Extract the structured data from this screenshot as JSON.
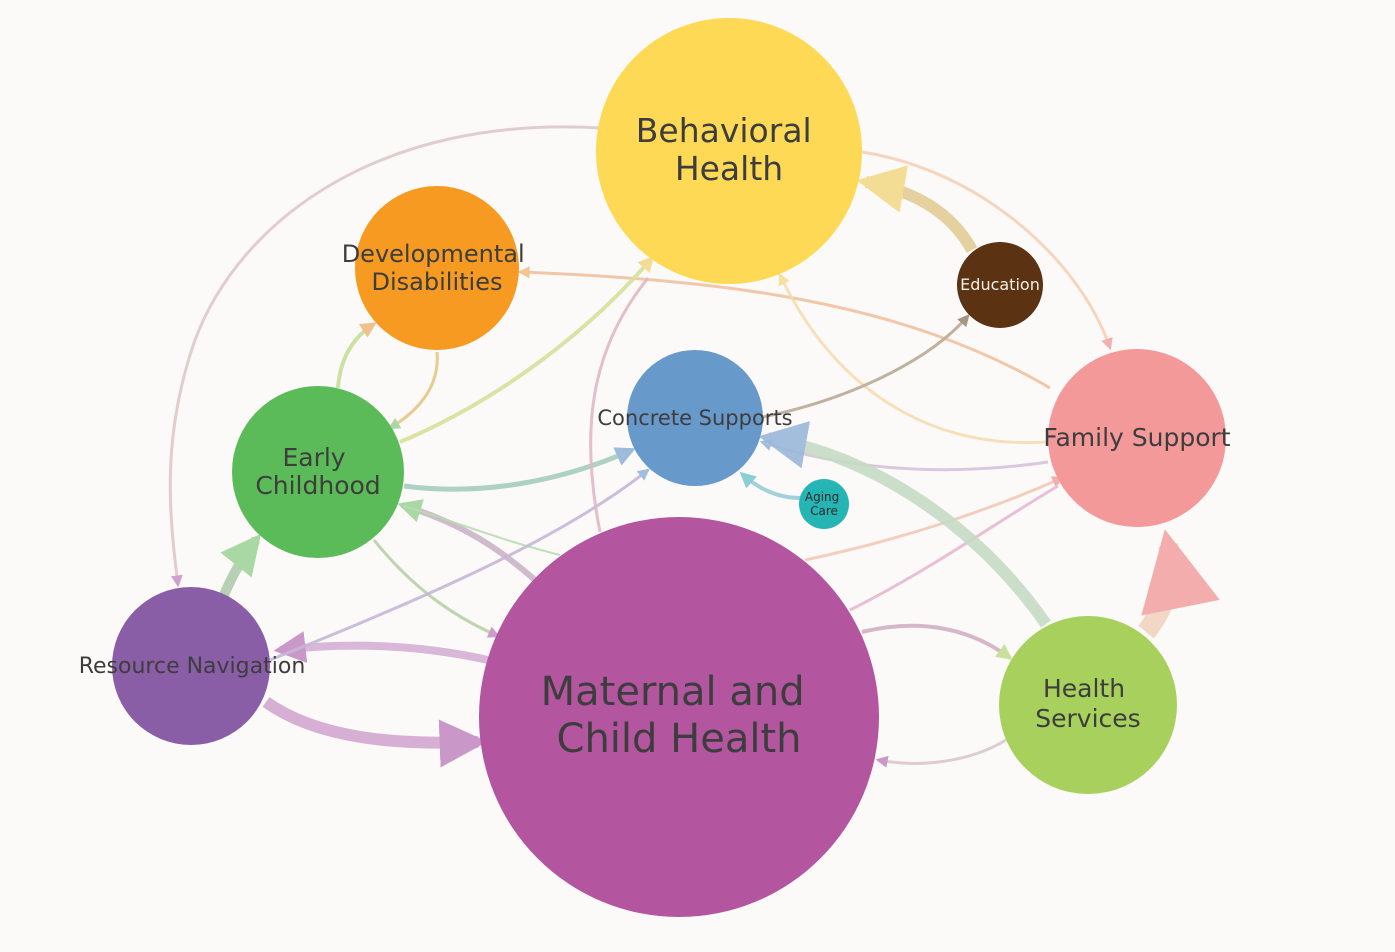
{
  "nodes": [
    {
      "id": "behavioral",
      "lines": [
        "Behavioral",
        "Health"
      ],
      "color": "#fdd956"
    },
    {
      "id": "developmental",
      "lines": [
        "Developmental",
        "Disabilities"
      ],
      "color": "#f69a22"
    },
    {
      "id": "education",
      "lines": [
        "Education"
      ],
      "color": "#5b3212"
    },
    {
      "id": "concrete",
      "lines": [
        "Concrete Supports"
      ],
      "color": "#6899cb"
    },
    {
      "id": "family",
      "lines": [
        "Family Support"
      ],
      "color": "#f49999"
    },
    {
      "id": "early",
      "lines": [
        "Early",
        "Childhood"
      ],
      "color": "#5bbb58"
    },
    {
      "id": "aging",
      "lines": [
        "Aging",
        "Care"
      ],
      "color": "#26b5b5"
    },
    {
      "id": "resource",
      "lines": [
        "Resource Navigation"
      ],
      "color": "#8a5ea7"
    },
    {
      "id": "maternal",
      "lines": [
        "Maternal and",
        "Child Health"
      ],
      "color": "#b3559f"
    },
    {
      "id": "health",
      "lines": [
        "Health",
        "Services"
      ],
      "color": "#a7d05c"
    }
  ],
  "edges": [
    {
      "from": "behavioral",
      "to": "resource"
    },
    {
      "from": "behavioral",
      "to": "family"
    },
    {
      "from": "education",
      "to": "behavioral"
    },
    {
      "from": "family",
      "to": "developmental"
    },
    {
      "from": "family",
      "to": "behavioral"
    },
    {
      "from": "family",
      "to": "concrete"
    },
    {
      "from": "early",
      "to": "developmental"
    },
    {
      "from": "developmental",
      "to": "early"
    },
    {
      "from": "early",
      "to": "behavioral"
    },
    {
      "from": "early",
      "to": "concrete"
    },
    {
      "from": "early",
      "to": "maternal"
    },
    {
      "from": "resource",
      "to": "early"
    },
    {
      "from": "resource",
      "to": "maternal"
    },
    {
      "from": "maternal",
      "to": "resource"
    },
    {
      "from": "maternal",
      "to": "early"
    },
    {
      "from": "maternal",
      "to": "family"
    },
    {
      "from": "maternal",
      "to": "health"
    },
    {
      "from": "maternal",
      "to": "education"
    },
    {
      "from": "maternal",
      "to": "concrete"
    },
    {
      "from": "health",
      "to": "maternal"
    },
    {
      "from": "health",
      "to": "concrete"
    },
    {
      "from": "health",
      "to": "family"
    },
    {
      "from": "aging",
      "to": "concrete"
    },
    {
      "from": "resource",
      "to": "concrete"
    }
  ]
}
